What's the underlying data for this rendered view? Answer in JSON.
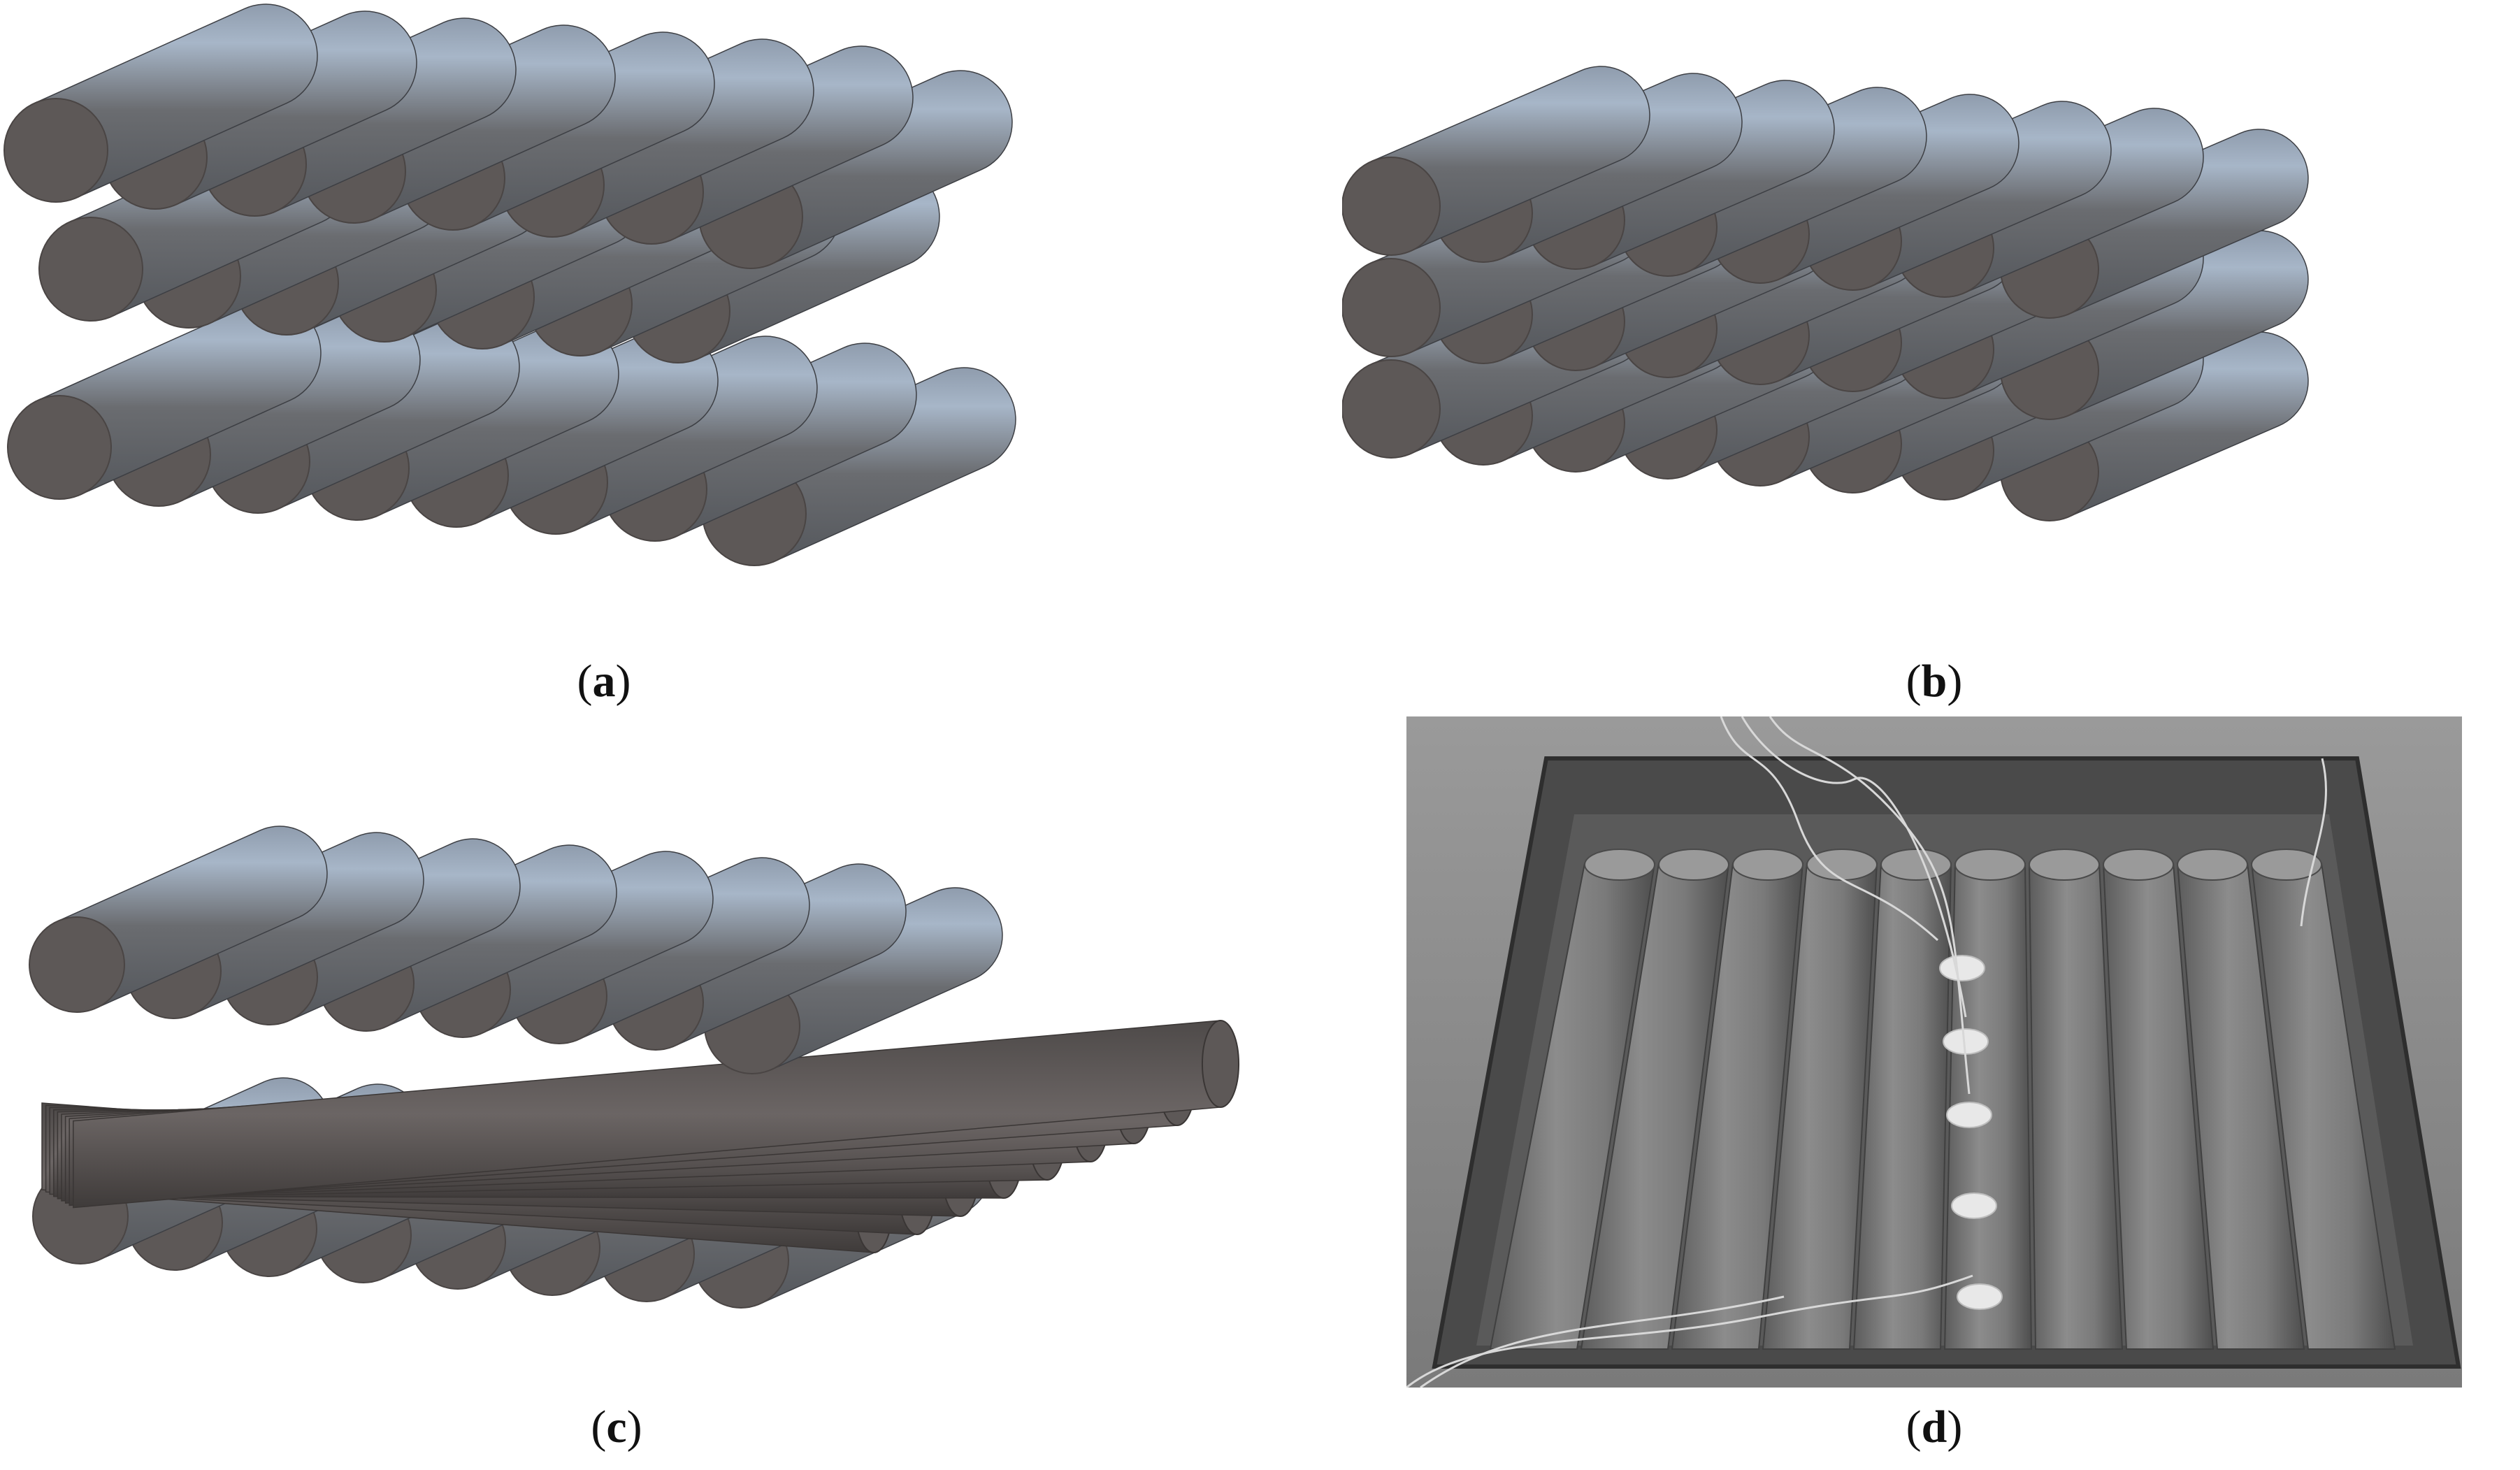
{
  "panels": [
    {
      "id": "a",
      "caption_open": "(",
      "caption_letter": "a",
      "caption_close": ")"
    },
    {
      "id": "b",
      "caption_open": "(",
      "caption_letter": "b",
      "caption_close": ")"
    },
    {
      "id": "c",
      "caption_open": "(",
      "caption_letter": "c",
      "caption_close": ")"
    },
    {
      "id": "d",
      "caption_open": "(",
      "caption_letter": "d",
      "caption_close": ")"
    }
  ],
  "colors": {
    "rod_end": "#5d5857",
    "rod_body_dark": "#6a6c70",
    "rod_body_light": "#a7b6c8",
    "photo_bg": "#8a8a8a",
    "photo_box": "#4a4a4a",
    "photo_rod": "#7d7d7d"
  }
}
